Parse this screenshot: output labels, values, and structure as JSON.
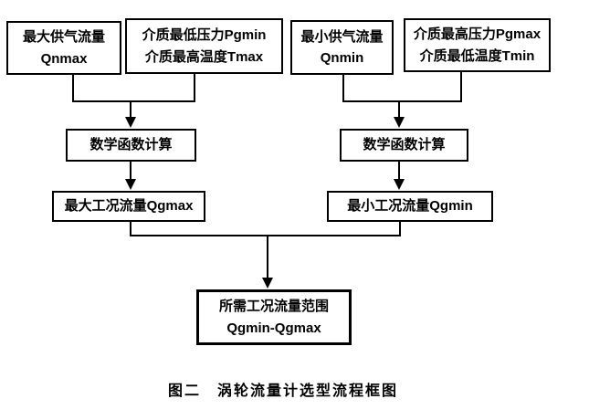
{
  "boxes": {
    "qnmax": {
      "line1": "最大供气流量",
      "line2": "Qnmax"
    },
    "pgmin_tmax": {
      "line1": "介质最低压力Pgmin",
      "line2": "介质最高温度Tmax"
    },
    "qnmin": {
      "line1": "最小供气流量",
      "line2": "Qnmin"
    },
    "pgmax_tmin": {
      "line1": "介质最高压力Pgmax",
      "line2": "介质最低温度Tmin"
    },
    "math_left": {
      "line1": "数学函数计算"
    },
    "math_right": {
      "line1": "数学函数计算"
    },
    "qgmax": {
      "line1": "最大工况流量Qgmax"
    },
    "qgmin": {
      "line1": "最小工况流量Qgmin"
    },
    "result": {
      "line1": "所需工况流量范围",
      "line2": "Qgmin-Qgmax"
    }
  },
  "caption": "图二　涡轮流量计选型流程框图",
  "colors": {
    "line": "#000000",
    "text": "#000000",
    "box_background": "#ffffff",
    "page_background": "#ffffff"
  }
}
